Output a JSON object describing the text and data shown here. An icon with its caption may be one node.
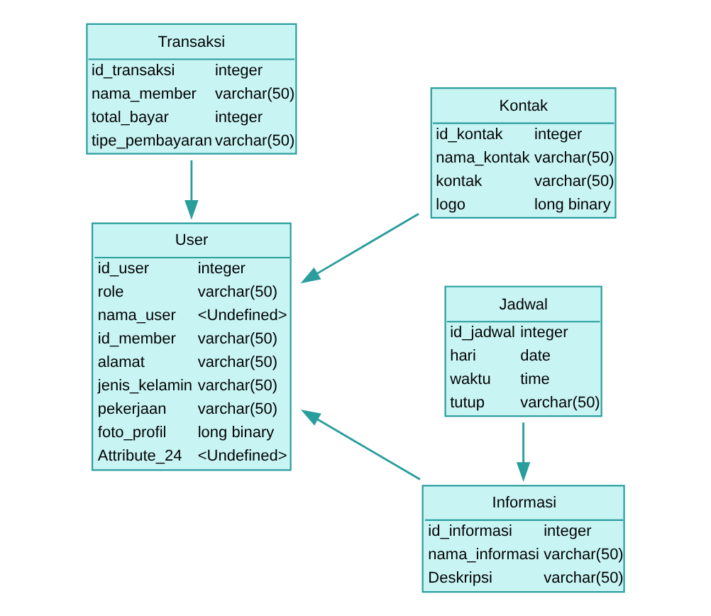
{
  "diagram": {
    "nodes": [
      {
        "text": [
          "Kontak",
          "id_kontak",
          "integer",
          "nama_kontak",
          "varchar(50)",
          "kontak",
          "varchar(50)",
          "logo",
          "long binary"
        ]
      },
      {
        "text": [
          "User",
          "id_user",
          "integer",
          "role",
          "varchar(50)",
          "nama_user",
          "<Undefined>",
          "id_member",
          "varchar(50)",
          "alamat",
          "varchar(50)",
          "jenis_kelamin",
          "varchar(50)",
          "pekerjaan",
          "varchar(50)",
          "foto_profil",
          "long binary",
          "Attribute_24",
          "<Undefined>"
        ]
      },
      {
        "text": [
          "Informasi",
          "id_informasi",
          "integer",
          "nama_informasi",
          "varchar(50)",
          "Deskripsi",
          "varchar(50)"
        ]
      },
      {
        "text": [
          "Jadwal",
          "id_jadwal",
          "integer",
          "hari",
          "date",
          "waktu",
          "time",
          "tutup",
          "varchar(50)"
        ]
      },
      {
        "text": [
          "Transaksi",
          "id_transaksi",
          "integer",
          "nama_member",
          "varchar(50)",
          "total_bayar",
          "integer",
          "tipe_pembayaran",
          "varchar(50)"
        ]
      }
    ],
    "edges": [
      {
        "from": 0,
        "to": 1,
        "arrow": "to"
      },
      {
        "from": 2,
        "to": 1,
        "arrow": "to"
      },
      {
        "from": 3,
        "to": 2,
        "arrow": "to"
      },
      {
        "from": 4,
        "to": 1,
        "arrow": "to"
      }
    ]
  }
}
